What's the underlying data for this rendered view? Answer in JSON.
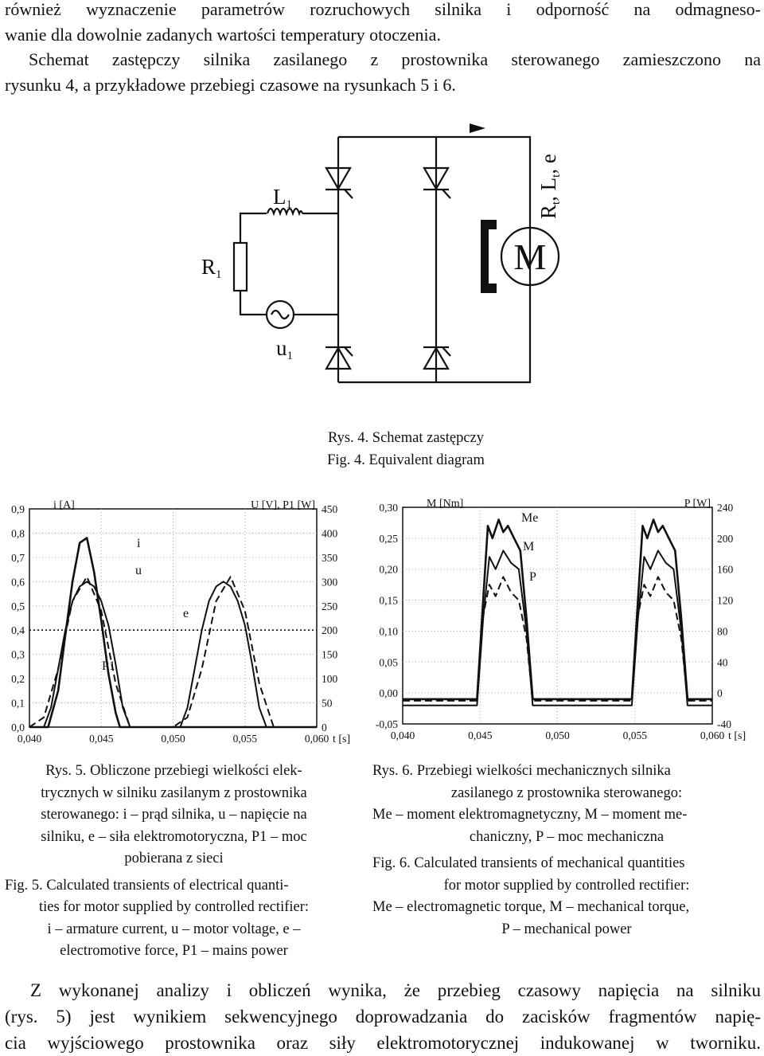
{
  "intro": {
    "line1": "również wyznaczenie parametrów rozruchowych silnika i odporność na odmagneso-",
    "line2": "wanie dla dowolnie zadanych wartości temperatury otoczenia.",
    "line3": "Schemat zastępczy silnika zasilanego z prostownika sterowanego zamieszczono na",
    "line4": "rysunku 4, a przykładowe przebiegi czasowe na rysunkach 5 i 6."
  },
  "figure4": {
    "labels": {
      "L": "L",
      "L_sub": "1",
      "R": "R",
      "R_sub": "1",
      "u": "u",
      "u_sub": "1",
      "motor": "M",
      "params": "R",
      "params_sub1": "t",
      "params_mid": ", L",
      "params_sub2": "t",
      "params_end": ", e"
    },
    "caption_pl": "Rys. 4. Schemat zastępczy",
    "caption_en": "Fig. 4. Equivalent diagram"
  },
  "chart_data": [
    {
      "type": "line",
      "xlabel": "t [s]",
      "ylabel_left": "i [A]",
      "ylabel_right": "U [V], P1 [W]",
      "xlim": [
        0.04,
        0.06
      ],
      "ylim_left": [
        0.0,
        0.9
      ],
      "ylim_right": [
        0,
        450
      ],
      "x_ticks": [
        "0,040",
        "0,045",
        "0,050",
        "0,055",
        "0,060"
      ],
      "y_ticks_left": [
        "0,0",
        "0,1",
        "0,2",
        "0,3",
        "0,4",
        "0,5",
        "0,6",
        "0,7",
        "0,8",
        "0,9"
      ],
      "y_ticks_right": [
        "0",
        "50",
        "100",
        "150",
        "200",
        "250",
        "300",
        "350",
        "400",
        "450"
      ],
      "series": [
        {
          "name": "i",
          "axis": "left",
          "style": "solid-thick",
          "x": [
            0.04,
            0.0413,
            0.042,
            0.0425,
            0.043,
            0.0435,
            0.044,
            0.0445,
            0.045,
            0.0455,
            0.046,
            0.0463,
            0.0466,
            0.047,
            0.0475,
            0.048,
            0.0485,
            0.049,
            0.0495,
            0.05,
            0.0505,
            0.051,
            0.0513,
            0.0516,
            0.052,
            0.0525,
            0.053,
            0.0535,
            0.054,
            0.0545,
            0.055,
            0.0555,
            0.056,
            0.0563,
            0.0566,
            0.057,
            0.0575,
            0.058,
            0.0585,
            0.059,
            0.0595,
            0.06
          ],
          "y": [
            0.0,
            0.0,
            0.15,
            0.38,
            0.6,
            0.76,
            0.78,
            0.64,
            0.44,
            0.22,
            0.06,
            0.0,
            0.0,
            0.0,
            0.0,
            0.0,
            0.0,
            0.0,
            0.0,
            0.0,
            0.0,
            0.0,
            0.0,
            0.0,
            0.0,
            0.0,
            0.0,
            0.0,
            0.0,
            0.0,
            0.0,
            0.0,
            0.0,
            0.0,
            0.0,
            0.0,
            0.0,
            0.0,
            0.0,
            0.0,
            0.0,
            0.0
          ]
        },
        {
          "name": "u",
          "axis": "right",
          "style": "solid",
          "x": [
            0.04,
            0.0405,
            0.041,
            0.0415,
            0.042,
            0.0425,
            0.043,
            0.0435,
            0.044,
            0.0445,
            0.045,
            0.0455,
            0.046,
            0.0465,
            0.047,
            0.0475,
            0.048,
            0.0485,
            0.049,
            0.0495,
            0.05,
            0.0505,
            0.051,
            0.0515,
            0.052,
            0.0525,
            0.053,
            0.0535,
            0.054,
            0.0545,
            0.055,
            0.0555,
            0.056,
            0.0565,
            0.057,
            0.0575,
            0.058,
            0.0585,
            0.059,
            0.0595,
            0.06
          ],
          "y": [
            0,
            0,
            0,
            40,
            120,
            200,
            260,
            290,
            300,
            290,
            260,
            210,
            130,
            40,
            0,
            0,
            0,
            0,
            0,
            0,
            0,
            0,
            40,
            120,
            200,
            260,
            290,
            300,
            290,
            260,
            210,
            130,
            40,
            0,
            0,
            0,
            0,
            0,
            0,
            0,
            0
          ]
        },
        {
          "name": "P1",
          "axis": "right",
          "style": "dashed",
          "x": [
            0.04,
            0.041,
            0.042,
            0.043,
            0.044,
            0.045,
            0.046,
            0.047,
            0.048,
            0.049,
            0.05,
            0.051,
            0.052,
            0.053,
            0.054,
            0.055,
            0.056,
            0.057,
            0.058,
            0.059,
            0.06
          ],
          "y": [
            0,
            20,
            120,
            260,
            310,
            240,
            90,
            0,
            0,
            0,
            0,
            20,
            120,
            260,
            310,
            240,
            90,
            0,
            0,
            0,
            0
          ]
        },
        {
          "name": "e",
          "axis": "right",
          "style": "dotted",
          "x": [
            0.04,
            0.06
          ],
          "y": [
            200,
            200
          ]
        }
      ],
      "annotations": [
        "i",
        "u",
        "e",
        "P1"
      ]
    },
    {
      "type": "line",
      "xlabel": "t [s]",
      "ylabel_left": "M [Nm]",
      "ylabel_right": "P [W]",
      "xlim": [
        0.04,
        0.06
      ],
      "ylim_left": [
        -0.05,
        0.3
      ],
      "ylim_right": [
        -40,
        240
      ],
      "x_ticks": [
        "0,040",
        "0,045",
        "0,050",
        "0,055",
        "0,060"
      ],
      "y_ticks_left": [
        "-0,05",
        "0,00",
        "0,05",
        "0,10",
        "0,15",
        "0,20",
        "0,25",
        "0,30"
      ],
      "y_ticks_right": [
        "-40",
        "0",
        "40",
        "80",
        "120",
        "160",
        "200",
        "240"
      ],
      "series": [
        {
          "name": "Me",
          "axis": "left",
          "style": "solid-thick",
          "x": [
            0.04,
            0.042,
            0.044,
            0.0448,
            0.0452,
            0.0455,
            0.0458,
            0.0462,
            0.0465,
            0.0468,
            0.0472,
            0.0476,
            0.048,
            0.0484,
            0.0492,
            0.05,
            0.052,
            0.054,
            0.0548,
            0.0552,
            0.0555,
            0.0558,
            0.0562,
            0.0565,
            0.0568,
            0.0572,
            0.0576,
            0.058,
            0.0584,
            0.0592,
            0.06
          ],
          "y": [
            -0.01,
            -0.01,
            -0.01,
            -0.01,
            0.15,
            0.27,
            0.25,
            0.28,
            0.26,
            0.27,
            0.25,
            0.23,
            0.12,
            -0.01,
            -0.01,
            -0.01,
            -0.01,
            -0.01,
            -0.01,
            0.15,
            0.27,
            0.25,
            0.28,
            0.26,
            0.27,
            0.25,
            0.23,
            0.12,
            -0.01,
            -0.01,
            -0.01
          ]
        },
        {
          "name": "M",
          "axis": "left",
          "style": "solid",
          "x": [
            0.04,
            0.044,
            0.0448,
            0.0452,
            0.0456,
            0.046,
            0.0465,
            0.047,
            0.0475,
            0.048,
            0.0484,
            0.05,
            0.054,
            0.0548,
            0.0552,
            0.0556,
            0.056,
            0.0565,
            0.057,
            0.0575,
            0.058,
            0.0584,
            0.06
          ],
          "y": [
            -0.02,
            -0.02,
            -0.02,
            0.12,
            0.22,
            0.2,
            0.23,
            0.21,
            0.2,
            0.1,
            -0.02,
            -0.02,
            -0.02,
            -0.02,
            0.12,
            0.22,
            0.2,
            0.23,
            0.21,
            0.2,
            0.1,
            -0.02,
            -0.02
          ]
        },
        {
          "name": "P",
          "axis": "right",
          "style": "dashed",
          "x": [
            0.04,
            0.044,
            0.0448,
            0.0452,
            0.0456,
            0.046,
            0.0465,
            0.047,
            0.0475,
            0.048,
            0.0484,
            0.05,
            0.054,
            0.0548,
            0.0552,
            0.0556,
            0.056,
            0.0565,
            0.057,
            0.0575,
            0.058,
            0.0584,
            0.06
          ],
          "y": [
            -10,
            -10,
            -10,
            100,
            140,
            125,
            150,
            130,
            120,
            70,
            -10,
            -10,
            -10,
            -10,
            100,
            140,
            125,
            150,
            130,
            120,
            70,
            -10,
            -10
          ]
        }
      ],
      "annotations": [
        "Me",
        "M",
        "P"
      ]
    }
  ],
  "fig5_caption": {
    "pl": [
      "Rys. 5. Obliczone przebiegi wielkości elek-",
      "trycznych w silniku zasilanym z prostownika",
      "sterowanego: i – prąd silnika, u – napięcie na",
      "silniku, e – siła elektromotoryczna, P1 – moc",
      "pobierana z sieci"
    ],
    "en": [
      "Fig. 5. Calculated transients of electrical quanti-",
      "ties for motor supplied by controlled rectifier:",
      "i – armature current, u – motor voltage, e –",
      "electromotive force, P1 – mains power"
    ]
  },
  "fig6_caption": {
    "pl": [
      "Rys. 6. Przebiegi wielkości mechanicznych silnika",
      "zasilanego z prostownika sterowanego:",
      "Me – moment elektromagnetyczny, M – moment me-",
      "chaniczny, P – moc mechaniczna"
    ],
    "en": [
      "Fig. 6. Calculated transients of mechanical quantities",
      "for motor supplied by controlled rectifier:",
      "Me – electromagnetic torque, M – mechanical torque,",
      "P – mechanical power"
    ]
  },
  "conclusion": {
    "line1": "Z wykonanej analizy i obliczeń wynika, że przebieg czasowy napięcia na silniku",
    "line2": "(rys. 5) jest wynikiem sekwencyjnego doprowadzania do zacisków fragmentów napię-",
    "line3": "cia wyjściowego prostownika oraz siły elektromotorycznej indukowanej w tworniku."
  }
}
